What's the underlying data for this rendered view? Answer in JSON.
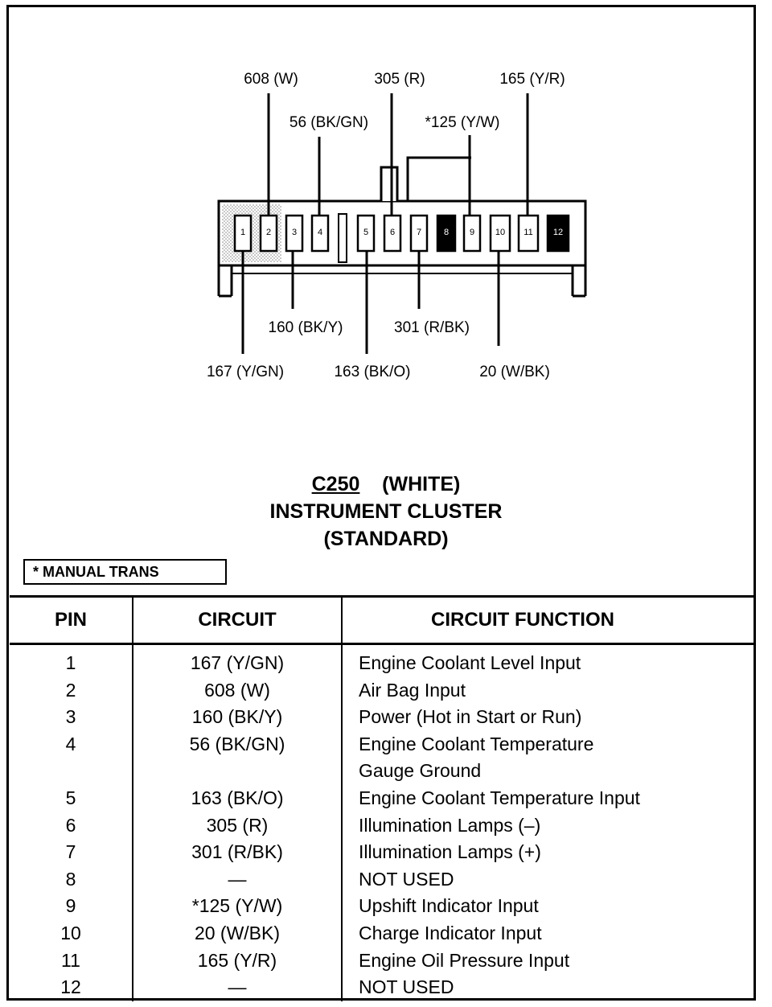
{
  "connector": {
    "id": "C250",
    "color": "(WHITE)",
    "name": "INSTRUMENT CLUSTER",
    "variant": "(STANDARD)",
    "pin_numbers": [
      "1",
      "2",
      "3",
      "4",
      "5",
      "6",
      "7",
      "8",
      "9",
      "10",
      "11",
      "12"
    ],
    "unused_pins": [
      "8",
      "12"
    ]
  },
  "wire_labels": {
    "top": [
      "608 (W)",
      "56 (BK/GN)",
      "305 (R)",
      "*125 (Y/W)",
      "165 (Y/R)"
    ],
    "bottom": [
      "160 (BK/Y)",
      "301 (R/BK)",
      "167 (Y/GN)",
      "163 (BK/O)",
      "20 (W/BK)"
    ]
  },
  "note": "* MANUAL TRANS",
  "table": {
    "headers": [
      "PIN",
      "CIRCUIT",
      "CIRCUIT FUNCTION"
    ],
    "rows": [
      {
        "pin": "1",
        "circuit": "167 (Y/GN)",
        "function": "Engine Coolant Level Input"
      },
      {
        "pin": "2",
        "circuit": "608 (W)",
        "function": "Air Bag Input"
      },
      {
        "pin": "3",
        "circuit": "160 (BK/Y)",
        "function": "Power (Hot in Start or Run)"
      },
      {
        "pin": "4",
        "circuit": "56 (BK/GN)",
        "function": "Engine Coolant Temperature",
        "function_line2": "Gauge Ground"
      },
      {
        "pin": "5",
        "circuit": "163 (BK/O)",
        "function": "Engine Coolant Temperature Input"
      },
      {
        "pin": "6",
        "circuit": "305 (R)",
        "function": "Illumination Lamps (–)"
      },
      {
        "pin": "7",
        "circuit": "301 (R/BK)",
        "function": "Illumination Lamps (+)"
      },
      {
        "pin": "8",
        "circuit": "—",
        "function": "NOT USED"
      },
      {
        "pin": "9",
        "circuit": "*125 (Y/W)",
        "function": "Upshift Indicator Input"
      },
      {
        "pin": "10",
        "circuit": "20 (W/BK)",
        "function": "Charge Indicator Input"
      },
      {
        "pin": "11",
        "circuit": "165 (Y/R)",
        "function": "Engine Oil Pressure Input"
      },
      {
        "pin": "12",
        "circuit": "—",
        "function": "NOT USED"
      }
    ]
  }
}
